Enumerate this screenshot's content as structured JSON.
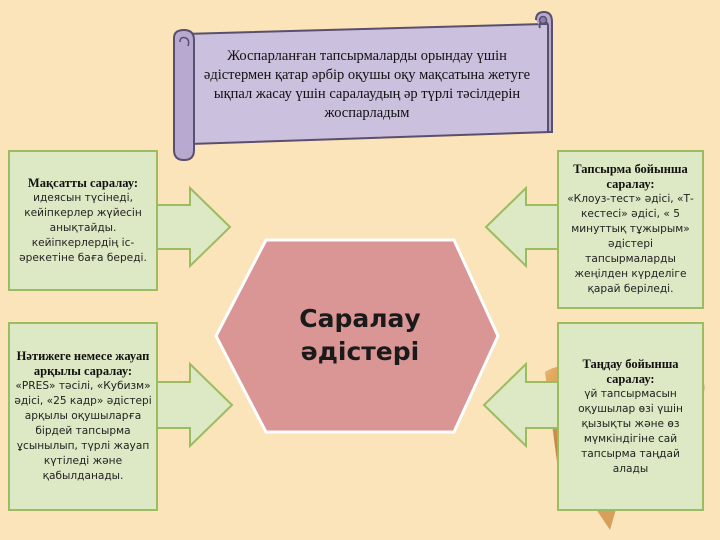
{
  "scroll": {
    "text": "Жоспарланған тапсырмаларды орындау үшін әдістермен қатар әрбір оқушы оқу мақсатына жетуге ықпал жасау үшін саралаудың әр түрлі тәсілдерін жоспарладым"
  },
  "center": {
    "line1": "Саралау",
    "line2": "әдістері"
  },
  "boxes": {
    "top_left": {
      "title": "Мақсатты саралау:",
      "body": "идеясын түсінеді, кейіпкерлер жүйесін анықтайды. кейіпкерлердің іс-әрекетіне баға береді."
    },
    "bottom_left": {
      "title": "Нәтижеге немесе жауап арқылы саралау:",
      "body": "«PRES» тәсілі, «Кубизм» әдісі, «25 кадр» әдістері арқылы оқушыларға бірдей тапсырма ұсынылып, түрлі жауап күтіледі және қабылданады."
    },
    "top_right": {
      "title": "Тапсырма бойынша саралау:",
      "body": "«Клоуз-тест» әдісі, «Т-кестесі» әдісі, « 5 минуттық тұжырым» әдістері тапсырмаларды жеңілден күрделіге қарай беріледі."
    },
    "bottom_right": {
      "title": "Таңдау бойынша саралау:",
      "body": "үй тапсырмасын оқушылар өзі үшін қызықты және өз мүмкіндігіне сай тапсырма таңдай алады"
    }
  },
  "colors": {
    "background": "#fbe3ba",
    "box_fill": "#dde8c4",
    "box_stroke": "#9cbc62",
    "hexagon_fill": "#d99694",
    "hexagon_stroke": "#ffffff",
    "scroll_fill": "#cbc0de",
    "scroll_stroke": "#5a4f6e",
    "accent_shape": "#c9883a"
  }
}
